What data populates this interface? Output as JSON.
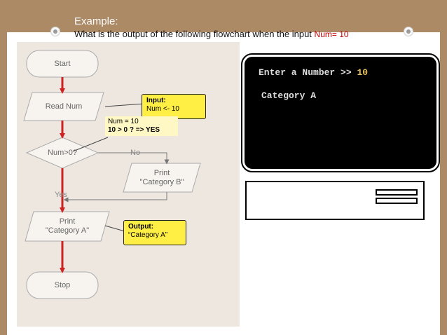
{
  "slide": {
    "title": "Example:",
    "question_prefix": "What is the output of the following flowchart when the input",
    "question_highlight": "Num= 10"
  },
  "flowchart": {
    "start": "Start",
    "read": "Read Num",
    "decision": "Num>0?",
    "branch_no": "No",
    "branch_yes": "Yes",
    "print_b_line1": "Print",
    "print_b_line2": "\"Category B\"",
    "print_a_line1": "Print",
    "print_a_line2": "\"Category A\"",
    "stop": "Stop"
  },
  "notes": {
    "input_title": "Input:",
    "input_value": "Num <- 10",
    "eval_line1": "Num = 10",
    "eval_line2": "10 > 0 ?  => YES",
    "output_title": "Output:",
    "output_value": "“Category A”"
  },
  "screen": {
    "prompt": "Enter a Number >>",
    "input_value": "10",
    "output": "Category A"
  },
  "colors": {
    "background": "#ad8a66",
    "arrow": "#cc2222",
    "note": "#ffee44",
    "highlight": "#c00000"
  }
}
